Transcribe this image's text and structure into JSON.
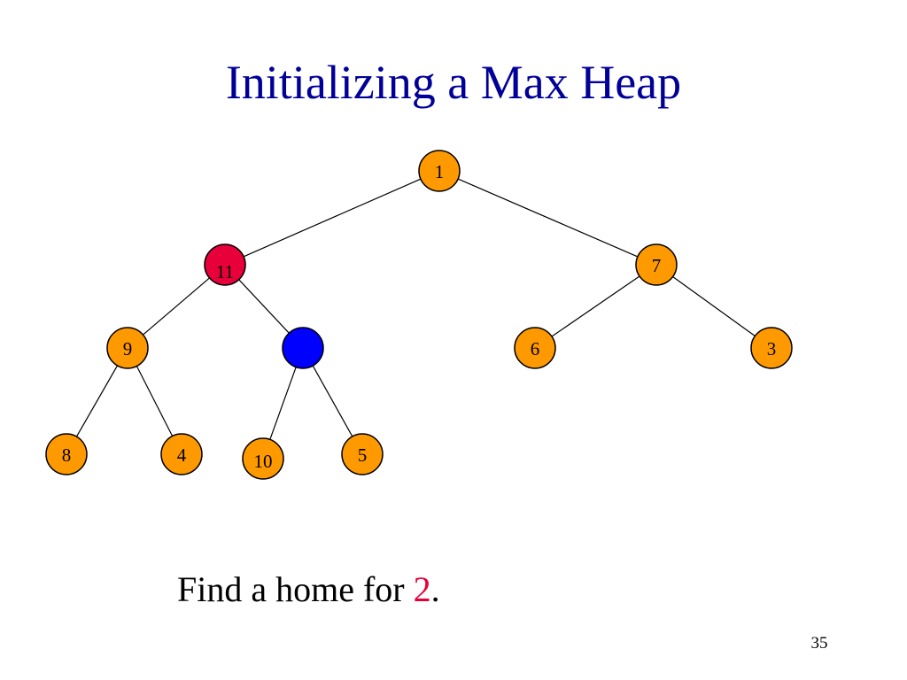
{
  "slide": {
    "title": "Initializing a Max Heap",
    "caption_prefix": "Find a home for ",
    "caption_highlight": "2",
    "caption_suffix": ".",
    "page_number": "35"
  },
  "colors": {
    "title": "#000099",
    "node_default": "#ff9900",
    "node_active": "#e8003a",
    "node_empty": "#0000ff",
    "caption_highlight": "#e8003a"
  },
  "heap": {
    "nodes": [
      {
        "id": "n1",
        "label": "1",
        "state": "default"
      },
      {
        "id": "n2",
        "label": "11",
        "state": "active"
      },
      {
        "id": "n3",
        "label": "7",
        "state": "default"
      },
      {
        "id": "n4",
        "label": "9",
        "state": "default"
      },
      {
        "id": "n5",
        "label": "",
        "state": "empty"
      },
      {
        "id": "n6",
        "label": "6",
        "state": "default"
      },
      {
        "id": "n7",
        "label": "3",
        "state": "default"
      },
      {
        "id": "n8",
        "label": "8",
        "state": "default"
      },
      {
        "id": "n9",
        "label": "4",
        "state": "default"
      },
      {
        "id": "n10",
        "label": "10",
        "state": "default"
      },
      {
        "id": "n11",
        "label": "5",
        "state": "default"
      }
    ],
    "edges": [
      [
        "n1",
        "n2"
      ],
      [
        "n1",
        "n3"
      ],
      [
        "n2",
        "n4"
      ],
      [
        "n2",
        "n5"
      ],
      [
        "n3",
        "n6"
      ],
      [
        "n3",
        "n7"
      ],
      [
        "n4",
        "n8"
      ],
      [
        "n4",
        "n9"
      ],
      [
        "n5",
        "n10"
      ],
      [
        "n5",
        "n11"
      ]
    ]
  }
}
